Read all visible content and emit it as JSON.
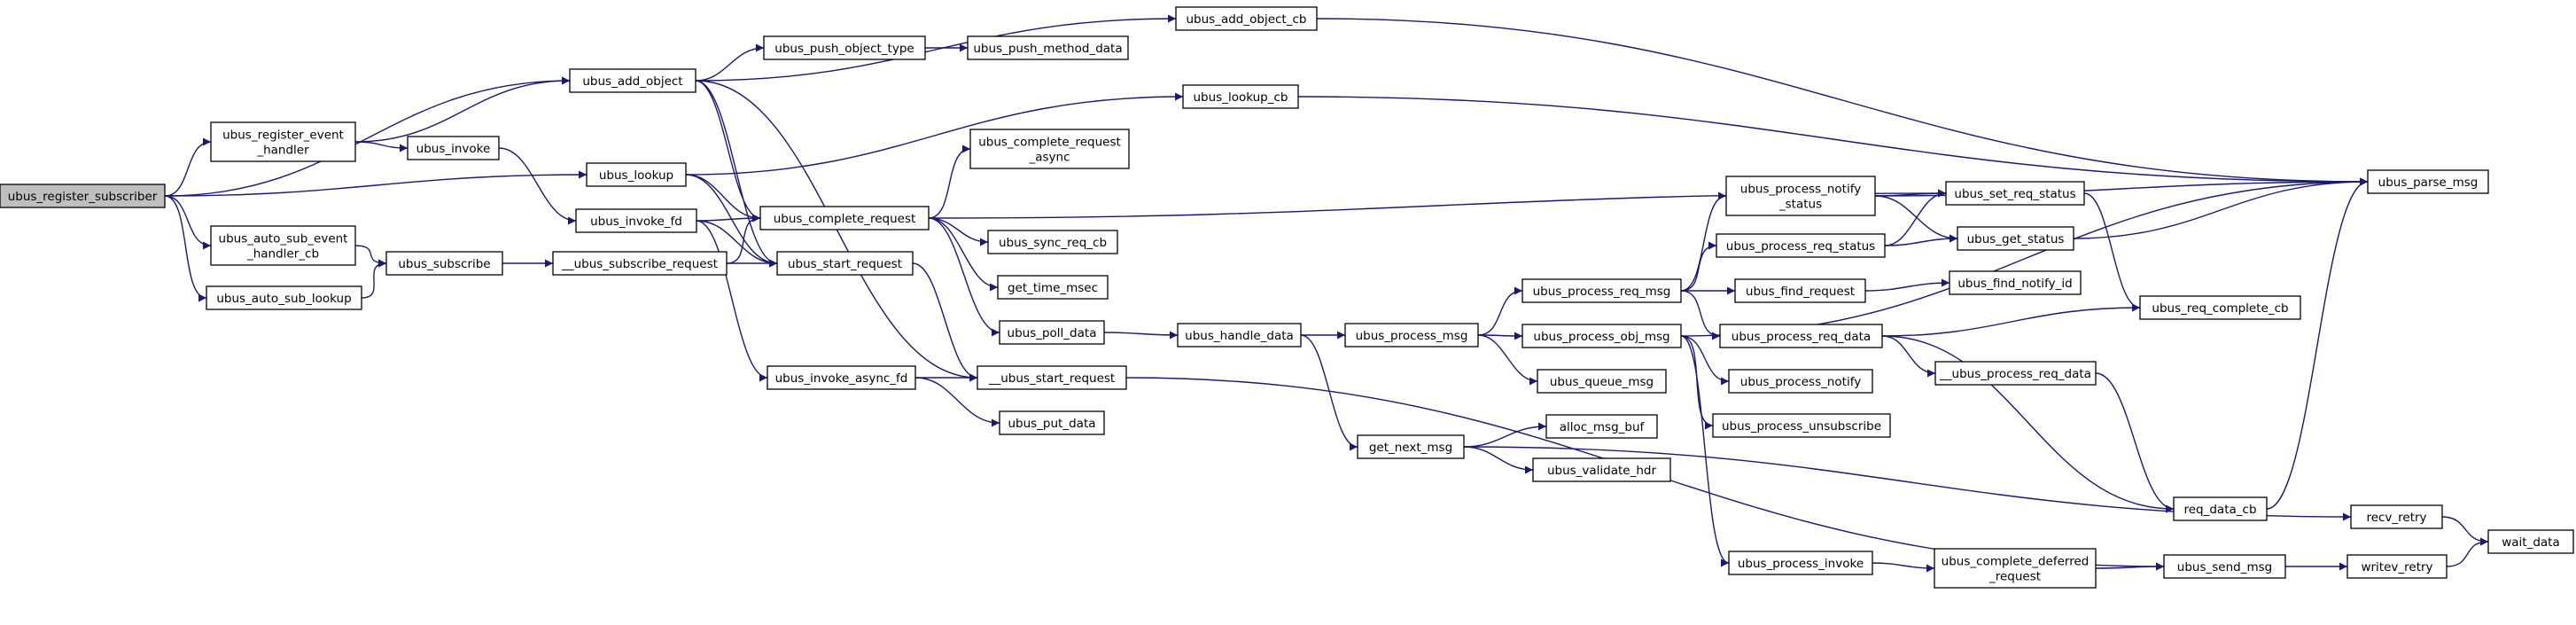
{
  "diagram": {
    "edge_color": "#191970",
    "node_border_color": "#000000",
    "root_fill": "#bfbfbf",
    "node_fill": "#ffffff",
    "nodes": {
      "ubus_register_subscriber": [
        "ubus_register_subscriber"
      ],
      "ubus_add_object": [
        "ubus_add_object"
      ],
      "ubus_register_event_handler": [
        "ubus_register_event",
        "_handler"
      ],
      "ubus_lookup": [
        "ubus_lookup"
      ],
      "ubus_auto_sub_event_handler_cb": [
        "ubus_auto_sub_event",
        "_handler_cb"
      ],
      "ubus_auto_sub_lookup": [
        "ubus_auto_sub_lookup"
      ],
      "ubus_add_object_cb": [
        "ubus_add_object_cb"
      ],
      "ubus_push_object_type": [
        "ubus_push_object_type"
      ],
      "ubus_push_method_data": [
        "ubus_push_method_data"
      ],
      "ubus_complete_request": [
        "ubus_complete_request"
      ],
      "ubus_start_request": [
        "ubus_start_request"
      ],
      "ubus_invoke": [
        "ubus_invoke"
      ],
      "ubus_invoke_fd": [
        "ubus_invoke_fd"
      ],
      "ubus_invoke_async_fd": [
        "ubus_invoke_async_fd"
      ],
      "__ubus_start_request": [
        "__ubus_start_request"
      ],
      "ubus_subscribe": [
        "ubus_subscribe"
      ],
      "__ubus_subscribe_request": [
        "__ubus_subscribe_request"
      ],
      "ubus_lookup_cb": [
        "ubus_lookup_cb"
      ],
      "ubus_parse_msg": [
        "ubus_parse_msg"
      ],
      "ubus_complete_request_async": [
        "ubus_complete_request",
        "_async"
      ],
      "ubus_sync_req_cb": [
        "ubus_sync_req_cb"
      ],
      "get_time_msec": [
        "get_time_msec"
      ],
      "ubus_poll_data": [
        "ubus_poll_data"
      ],
      "ubus_put_data": [
        "ubus_put_data"
      ],
      "ubus_send_msg": [
        "ubus_send_msg"
      ],
      "ubus_handle_data": [
        "ubus_handle_data"
      ],
      "ubus_process_msg": [
        "ubus_process_msg"
      ],
      "get_next_msg": [
        "get_next_msg"
      ],
      "ubus_process_req_msg": [
        "ubus_process_req_msg"
      ],
      "ubus_process_obj_msg": [
        "ubus_process_obj_msg"
      ],
      "ubus_queue_msg": [
        "ubus_queue_msg"
      ],
      "alloc_msg_buf": [
        "alloc_msg_buf"
      ],
      "ubus_validate_hdr": [
        "ubus_validate_hdr"
      ],
      "recv_retry": [
        "recv_retry"
      ],
      "ubus_process_notify_status": [
        "ubus_process_notify",
        "_status"
      ],
      "ubus_process_req_status": [
        "ubus_process_req_status"
      ],
      "ubus_find_request": [
        "ubus_find_request"
      ],
      "ubus_process_req_data": [
        "ubus_process_req_data"
      ],
      "ubus_process_notify": [
        "ubus_process_notify"
      ],
      "ubus_process_unsubscribe": [
        "ubus_process_unsubscribe"
      ],
      "ubus_process_invoke": [
        "ubus_process_invoke"
      ],
      "ubus_set_req_status": [
        "ubus_set_req_status"
      ],
      "ubus_get_status": [
        "ubus_get_status"
      ],
      "ubus_find_notify_id": [
        "ubus_find_notify_id"
      ],
      "__ubus_process_req_data": [
        "__ubus_process_req_data"
      ],
      "ubus_req_complete_cb": [
        "ubus_req_complete_cb"
      ],
      "req_data_cb": [
        "req_data_cb"
      ],
      "ubus_complete_deferred_request": [
        "ubus_complete_deferred",
        "_request"
      ],
      "writev_retry": [
        "writev_retry"
      ],
      "wait_data": [
        "wait_data"
      ]
    },
    "edges": [
      [
        "ubus_register_subscriber",
        "ubus_add_object"
      ],
      [
        "ubus_register_subscriber",
        "ubus_register_event_handler"
      ],
      [
        "ubus_register_subscriber",
        "ubus_lookup"
      ],
      [
        "ubus_register_subscriber",
        "ubus_auto_sub_event_handler_cb"
      ],
      [
        "ubus_register_subscriber",
        "ubus_auto_sub_lookup"
      ],
      [
        "ubus_register_event_handler",
        "ubus_add_object"
      ],
      [
        "ubus_register_event_handler",
        "ubus_invoke"
      ],
      [
        "ubus_auto_sub_event_handler_cb",
        "ubus_subscribe"
      ],
      [
        "ubus_auto_sub_lookup",
        "ubus_subscribe"
      ],
      [
        "ubus_add_object",
        "ubus_add_object_cb"
      ],
      [
        "ubus_add_object",
        "ubus_push_object_type"
      ],
      [
        "ubus_add_object",
        "ubus_complete_request"
      ],
      [
        "ubus_add_object",
        "ubus_start_request"
      ],
      [
        "ubus_add_object",
        "__ubus_start_request"
      ],
      [
        "ubus_push_object_type",
        "ubus_push_method_data"
      ],
      [
        "ubus_invoke",
        "ubus_invoke_fd"
      ],
      [
        "ubus_lookup",
        "ubus_lookup_cb"
      ],
      [
        "ubus_lookup",
        "ubus_complete_request"
      ],
      [
        "ubus_lookup",
        "ubus_start_request"
      ],
      [
        "ubus_invoke_fd",
        "ubus_complete_request"
      ],
      [
        "ubus_invoke_fd",
        "ubus_start_request"
      ],
      [
        "ubus_invoke_fd",
        "ubus_invoke_async_fd"
      ],
      [
        "ubus_subscribe",
        "__ubus_subscribe_request"
      ],
      [
        "__ubus_subscribe_request",
        "ubus_complete_request"
      ],
      [
        "__ubus_subscribe_request",
        "ubus_start_request"
      ],
      [
        "ubus_start_request",
        "__ubus_start_request"
      ],
      [
        "ubus_invoke_async_fd",
        "__ubus_start_request"
      ],
      [
        "ubus_invoke_async_fd",
        "ubus_put_data"
      ],
      [
        "__ubus_start_request",
        "ubus_send_msg"
      ],
      [
        "ubus_complete_request",
        "ubus_complete_request_async"
      ],
      [
        "ubus_complete_request",
        "ubus_sync_req_cb"
      ],
      [
        "ubus_complete_request",
        "get_time_msec"
      ],
      [
        "ubus_complete_request",
        "ubus_poll_data"
      ],
      [
        "ubus_complete_request",
        "ubus_set_req_status"
      ],
      [
        "ubus_add_object_cb",
        "ubus_parse_msg"
      ],
      [
        "ubus_lookup_cb",
        "ubus_parse_msg"
      ],
      [
        "ubus_poll_data",
        "ubus_handle_data"
      ],
      [
        "ubus_handle_data",
        "ubus_process_msg"
      ],
      [
        "ubus_handle_data",
        "get_next_msg"
      ],
      [
        "ubus_process_msg",
        "ubus_process_req_msg"
      ],
      [
        "ubus_process_msg",
        "ubus_process_obj_msg"
      ],
      [
        "ubus_process_msg",
        "ubus_queue_msg"
      ],
      [
        "get_next_msg",
        "alloc_msg_buf"
      ],
      [
        "get_next_msg",
        "ubus_validate_hdr"
      ],
      [
        "get_next_msg",
        "recv_retry"
      ],
      [
        "ubus_process_req_msg",
        "ubus_process_notify_status"
      ],
      [
        "ubus_process_req_msg",
        "ubus_process_req_status"
      ],
      [
        "ubus_process_req_msg",
        "ubus_find_request"
      ],
      [
        "ubus_process_req_msg",
        "ubus_process_req_data"
      ],
      [
        "ubus_process_obj_msg",
        "ubus_process_notify"
      ],
      [
        "ubus_process_obj_msg",
        "ubus_process_unsubscribe"
      ],
      [
        "ubus_process_obj_msg",
        "ubus_process_invoke"
      ],
      [
        "ubus_process_obj_msg",
        "ubus_parse_msg"
      ],
      [
        "ubus_process_notify_status",
        "ubus_parse_msg"
      ],
      [
        "ubus_process_notify_status",
        "ubus_set_req_status"
      ],
      [
        "ubus_process_notify_status",
        "ubus_get_status"
      ],
      [
        "ubus_process_req_status",
        "ubus_set_req_status"
      ],
      [
        "ubus_process_req_status",
        "ubus_get_status"
      ],
      [
        "ubus_find_request",
        "ubus_find_notify_id"
      ],
      [
        "ubus_process_req_data",
        "ubus_req_complete_cb"
      ],
      [
        "ubus_process_req_data",
        "__ubus_process_req_data"
      ],
      [
        "ubus_process_req_data",
        "req_data_cb"
      ],
      [
        "ubus_set_req_status",
        "ubus_req_complete_cb"
      ],
      [
        "ubus_get_status",
        "ubus_parse_msg"
      ],
      [
        "__ubus_process_req_data",
        "req_data_cb"
      ],
      [
        "req_data_cb",
        "ubus_parse_msg"
      ],
      [
        "ubus_process_invoke",
        "ubus_complete_deferred_request"
      ],
      [
        "ubus_complete_deferred_request",
        "ubus_send_msg"
      ],
      [
        "ubus_send_msg",
        "writev_retry"
      ],
      [
        "writev_retry",
        "wait_data"
      ],
      [
        "recv_retry",
        "wait_data"
      ]
    ]
  }
}
